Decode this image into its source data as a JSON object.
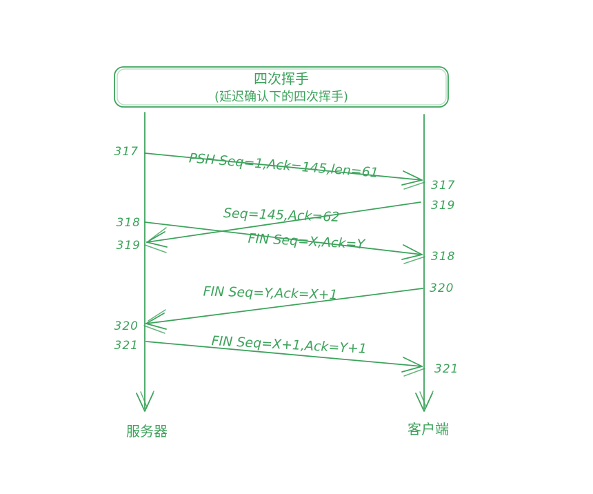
{
  "diagram": {
    "title_line1": "四次挥手",
    "title_line2": "(延迟确认下的四次挥手)",
    "left_actor": "服务器",
    "right_actor": "客户端"
  },
  "colors": {
    "ink": "#3da35c",
    "background": "#ffffff"
  },
  "messages": [
    {
      "label": "PSH Seq=1,Ack=145,len=61",
      "from": "服务器",
      "to": "客户端",
      "from_seq": "317",
      "to_seq": "317"
    },
    {
      "label": "Seq=145,Ack=62",
      "from": "客户端",
      "to": "服务器",
      "from_seq": "319",
      "to_seq": "319"
    },
    {
      "label": "FIN Seq=X,Ack=Y",
      "from": "服务器",
      "to": "客户端",
      "from_seq": "318",
      "to_seq": "318"
    },
    {
      "label": "FIN Seq=Y,Ack=X+1",
      "from": "客户端",
      "to": "服务器",
      "from_seq": "320",
      "to_seq": "320"
    },
    {
      "label": "FIN Seq=X+1,Ack=Y+1",
      "from": "服务器",
      "to": "客户端",
      "from_seq": "321",
      "to_seq": "321"
    }
  ]
}
